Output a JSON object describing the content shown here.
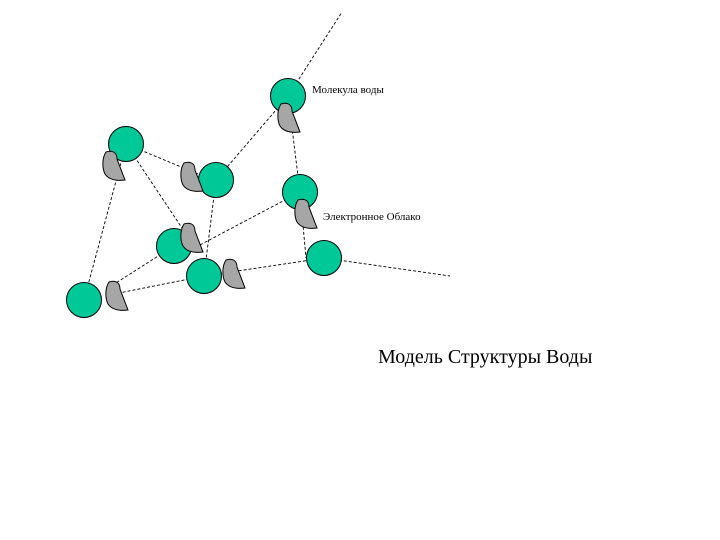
{
  "labels": {
    "molecule": "Молекула воды",
    "cloud": "Электронное Облако"
  },
  "title": "Модель Структуры Воды",
  "colors": {
    "molecule_fill": "#00C896",
    "cloud_fill": "#A6A6A6",
    "line": "#000000"
  }
}
